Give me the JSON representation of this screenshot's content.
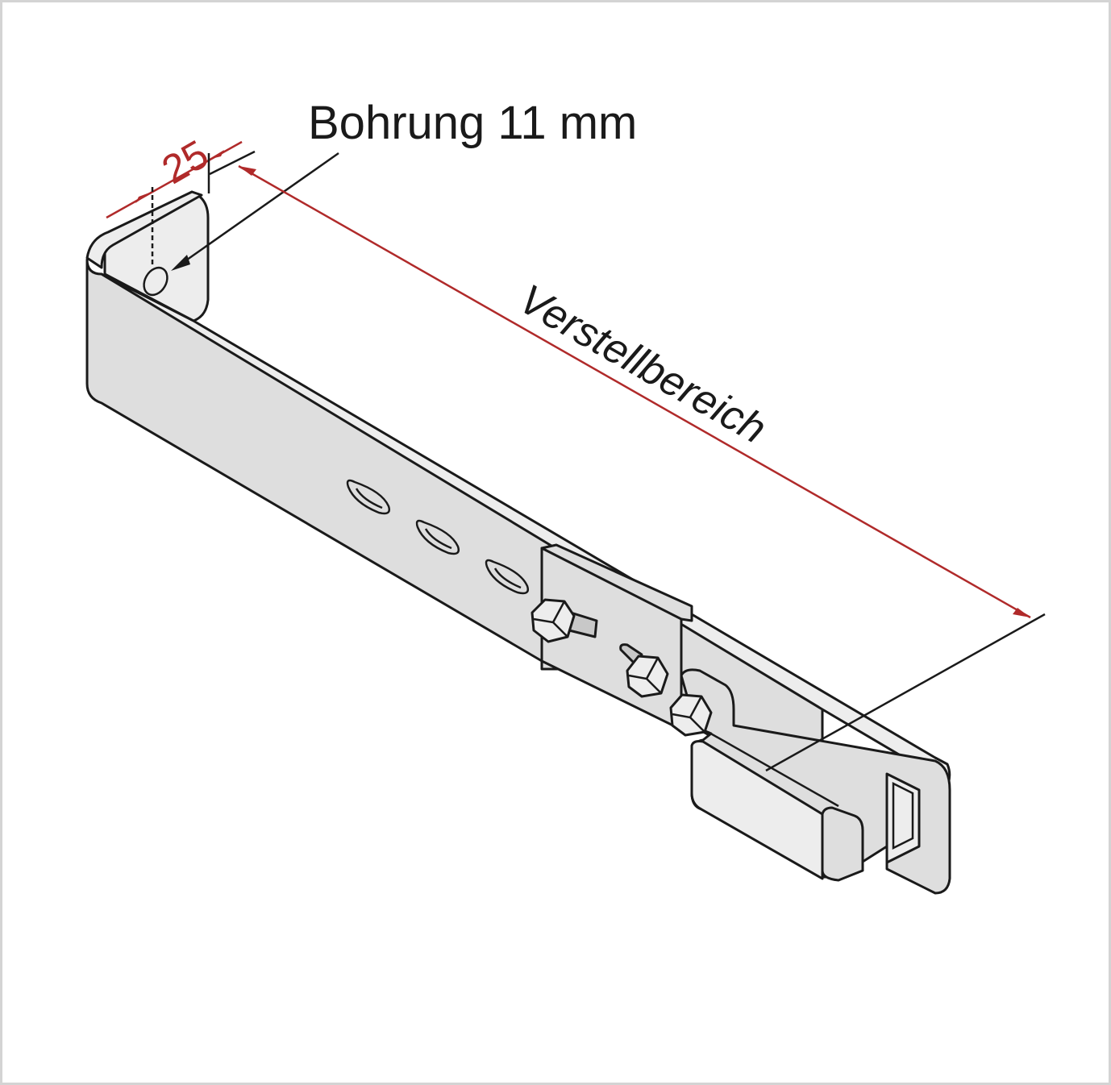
{
  "labels": {
    "hole": "Bohrung 11 mm",
    "width_dim": "25",
    "range": "Verstellbereich"
  },
  "colors": {
    "dimension": "#b02a2a",
    "outline": "#1a1a1a",
    "part_fill": "#dedede",
    "frame_border": "#d4d4d4"
  }
}
